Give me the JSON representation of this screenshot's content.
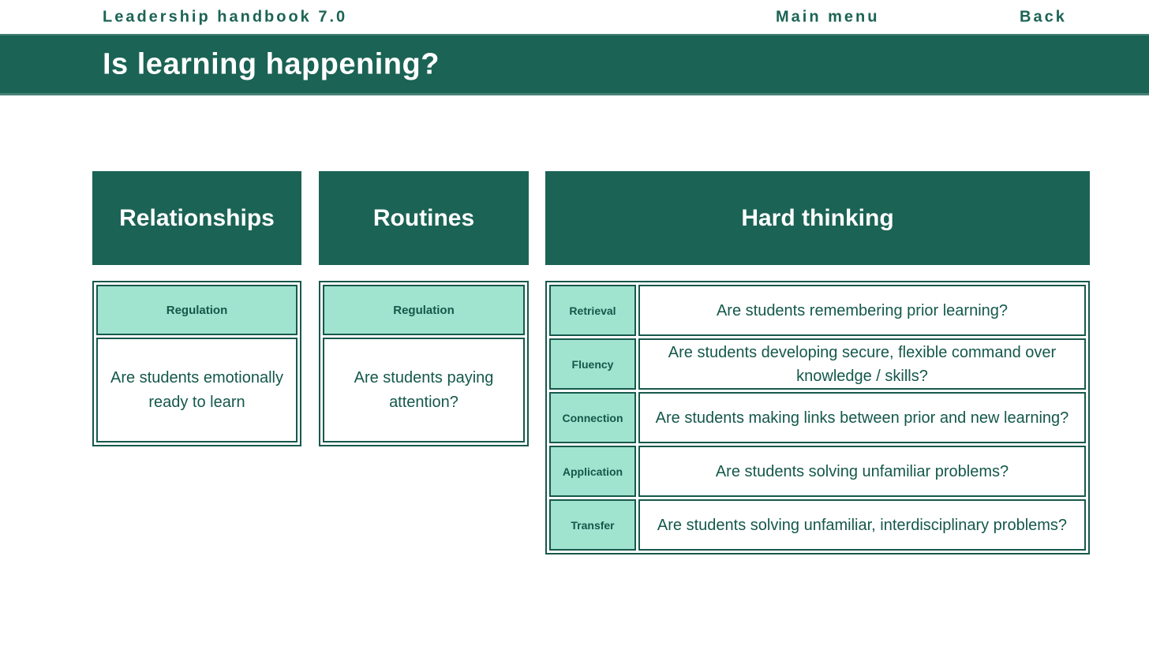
{
  "nav": {
    "title": "Leadership handbook 7.0",
    "main_menu": "Main menu",
    "back": "Back"
  },
  "page": {
    "title": "Is learning happening?"
  },
  "colors": {
    "brand_green": "#1B6355",
    "mint_teal": "#A0E3CF",
    "cell_text_green": "#14584A",
    "band_text": "#FFFFFF"
  },
  "columns": [
    {
      "header": "Relationships",
      "rows": [
        {
          "label": "Regulation",
          "question": "Are students emotionally ready to learn"
        }
      ]
    },
    {
      "header": "Routines",
      "rows": [
        {
          "label": "Regulation",
          "question": "Are students paying attention?"
        }
      ]
    },
    {
      "header": "Hard thinking",
      "rows": [
        {
          "label": "Retrieval",
          "question": "Are students remembering prior learning?"
        },
        {
          "label": "Fluency",
          "question": "Are students developing secure, flexible command over knowledge / skills?"
        },
        {
          "label": "Connection",
          "question": "Are students making links between prior and new learning?"
        },
        {
          "label": "Application",
          "question": "Are students solving unfamiliar problems?"
        },
        {
          "label": "Transfer",
          "question": "Are students solving unfamiliar, interdisciplinary problems?"
        }
      ]
    }
  ]
}
